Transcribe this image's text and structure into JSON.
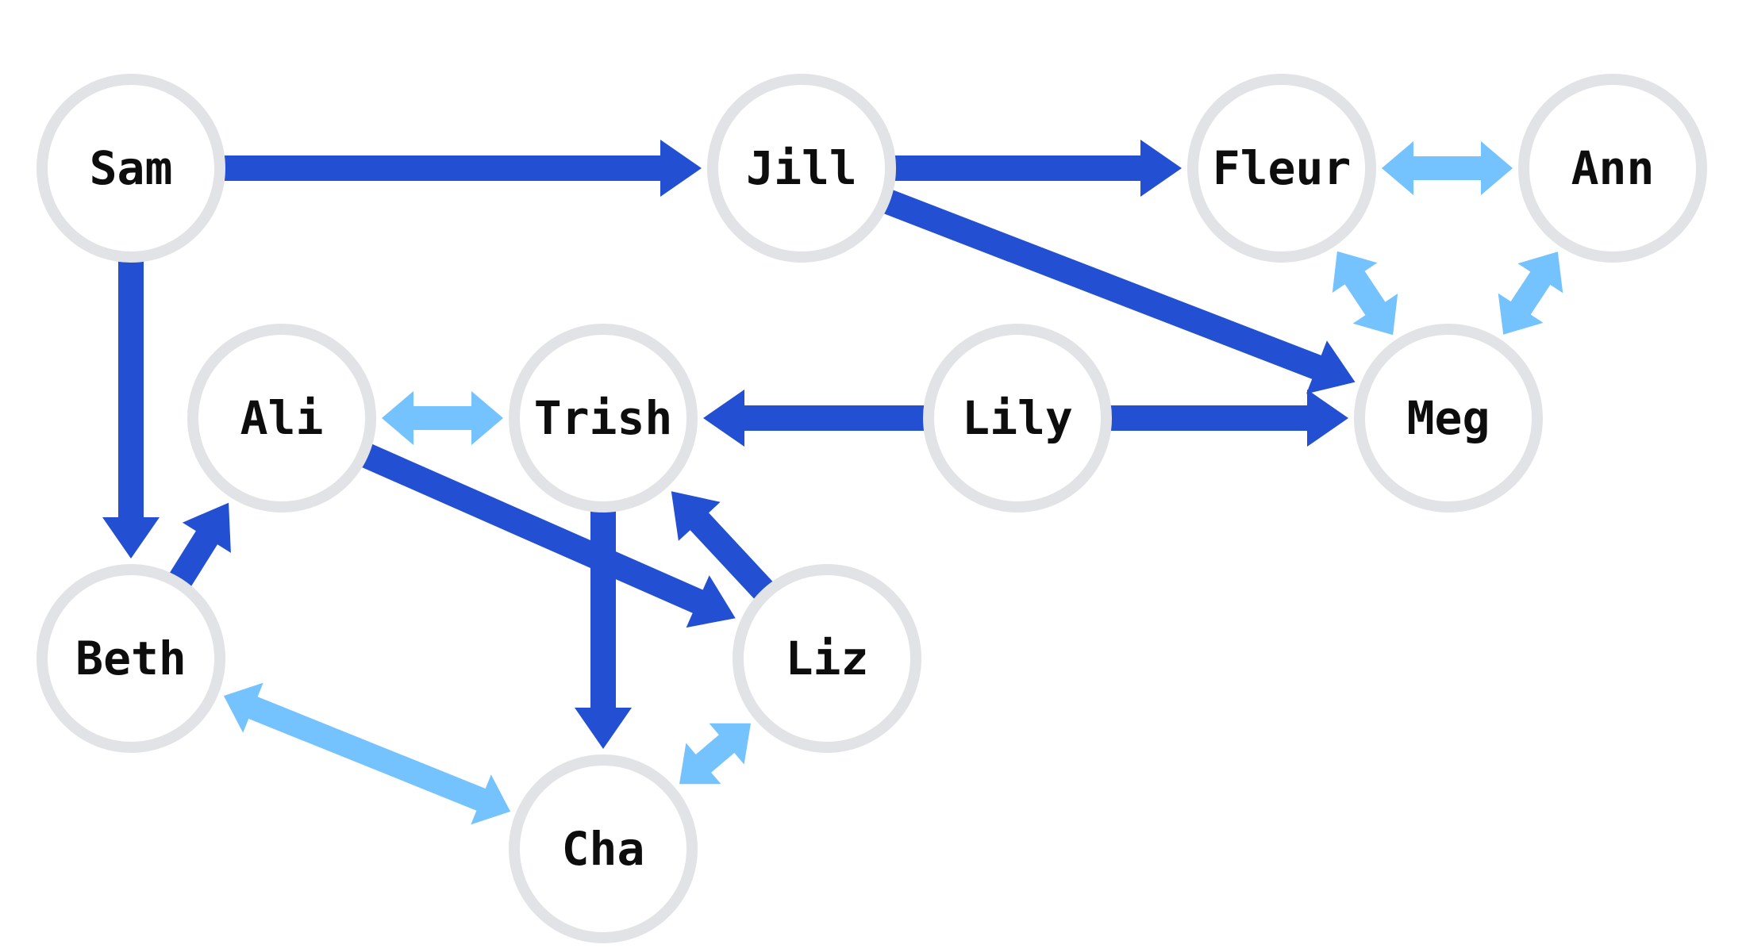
{
  "colors": {
    "directed": "#2350d2",
    "mutual": "#74c3ff",
    "node_stroke": "#e2e3e7",
    "label": "#0d0d0d"
  },
  "nodes": [
    {
      "id": "sam",
      "label": "Sam"
    },
    {
      "id": "jill",
      "label": "Jill"
    },
    {
      "id": "fleur",
      "label": "Fleur"
    },
    {
      "id": "ann",
      "label": "Ann"
    },
    {
      "id": "ali",
      "label": "Ali"
    },
    {
      "id": "trish",
      "label": "Trish"
    },
    {
      "id": "lily",
      "label": "Lily"
    },
    {
      "id": "meg",
      "label": "Meg"
    },
    {
      "id": "beth",
      "label": "Beth"
    },
    {
      "id": "liz",
      "label": "Liz"
    },
    {
      "id": "cha",
      "label": "Cha"
    }
  ],
  "edges": [
    {
      "from": "sam",
      "to": "jill",
      "type": "directed"
    },
    {
      "from": "sam",
      "to": "beth",
      "type": "directed"
    },
    {
      "from": "jill",
      "to": "fleur",
      "type": "directed"
    },
    {
      "from": "jill",
      "to": "meg",
      "type": "directed"
    },
    {
      "from": "fleur",
      "to": "ann",
      "type": "mutual"
    },
    {
      "from": "fleur",
      "to": "meg",
      "type": "mutual"
    },
    {
      "from": "ann",
      "to": "meg",
      "type": "mutual"
    },
    {
      "from": "ali",
      "to": "trish",
      "type": "mutual"
    },
    {
      "from": "lily",
      "to": "trish",
      "type": "directed"
    },
    {
      "from": "lily",
      "to": "meg",
      "type": "directed"
    },
    {
      "from": "beth",
      "to": "ali",
      "type": "directed"
    },
    {
      "from": "ali",
      "to": "liz",
      "type": "directed"
    },
    {
      "from": "trish",
      "to": "cha",
      "type": "directed"
    },
    {
      "from": "liz",
      "to": "trish",
      "type": "directed"
    },
    {
      "from": "beth",
      "to": "cha",
      "type": "mutual"
    },
    {
      "from": "cha",
      "to": "liz",
      "type": "mutual"
    }
  ]
}
